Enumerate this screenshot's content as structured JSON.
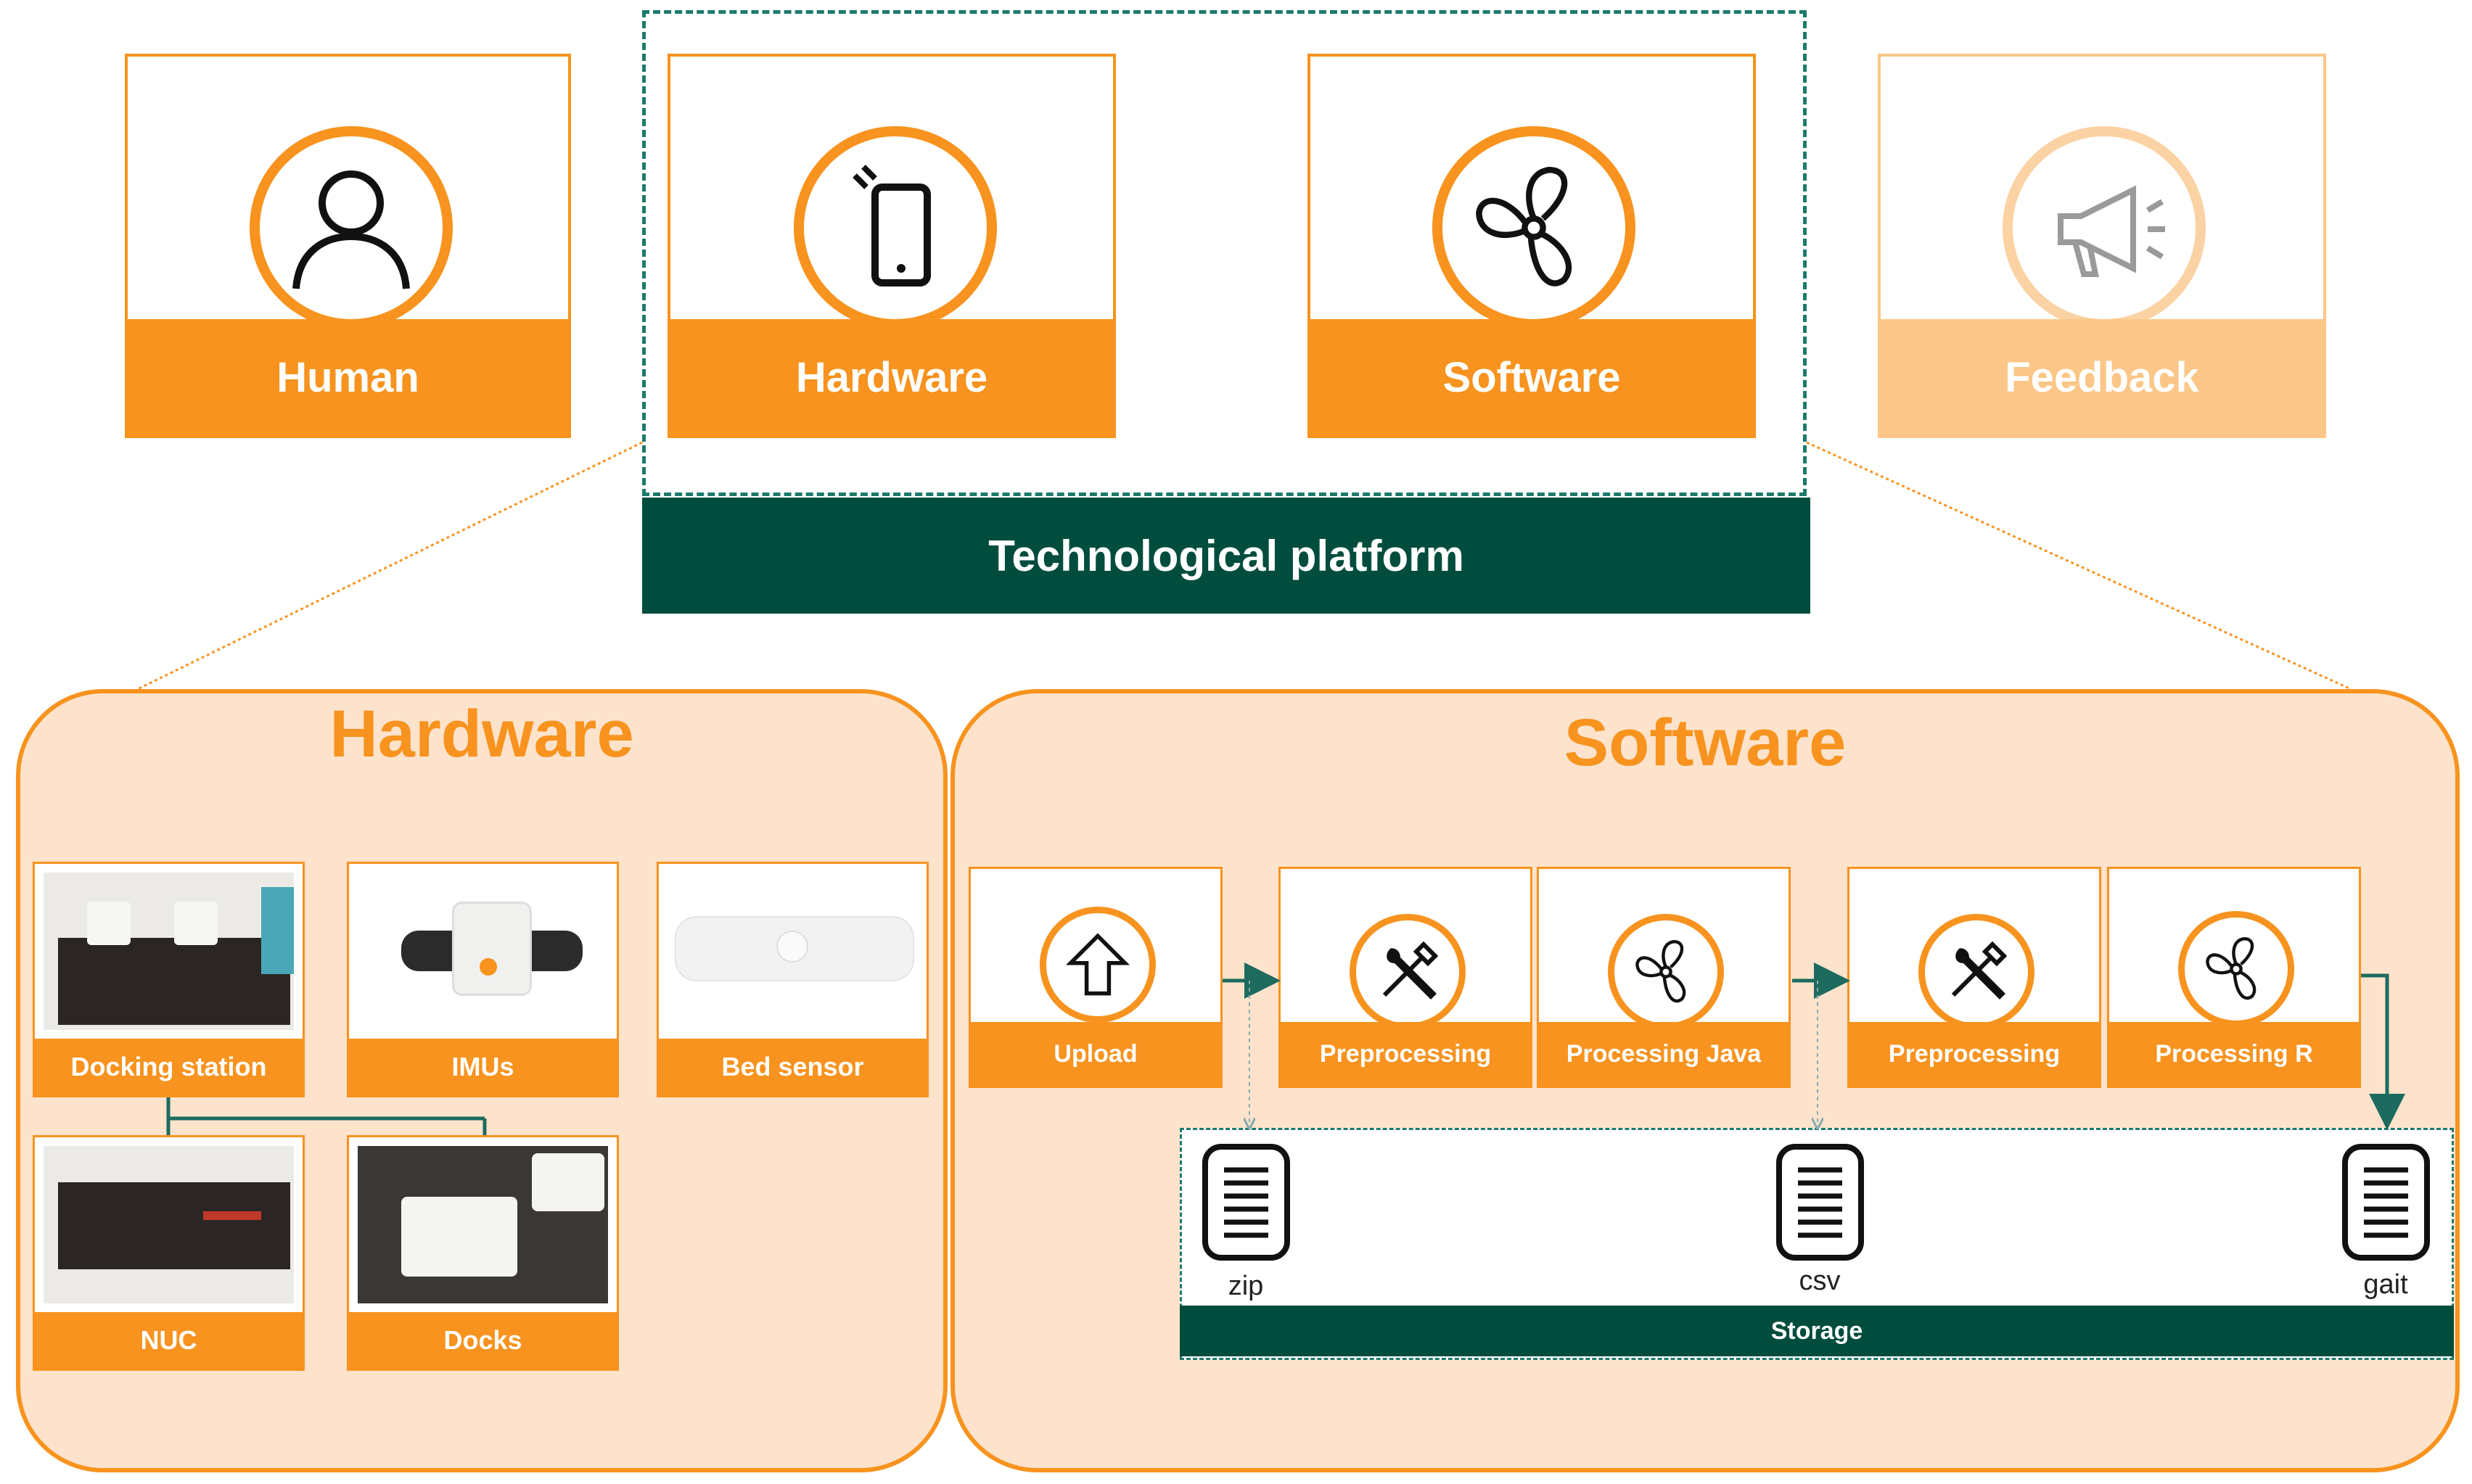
{
  "top": {
    "human_label": "Human",
    "hardware_label": "Hardware",
    "software_label": "Software",
    "feedback_label": "Feedback",
    "platform_label": "Technological platform"
  },
  "hardware_panel": {
    "title": "Hardware",
    "items": [
      {
        "label": "Docking station"
      },
      {
        "label": "IMUs"
      },
      {
        "label": "Bed sensor"
      },
      {
        "label": "NUC"
      },
      {
        "label": "Docks"
      }
    ]
  },
  "software_panel": {
    "title": "Software",
    "steps": [
      {
        "label": "Upload"
      },
      {
        "label": "Preprocessing"
      },
      {
        "label": "Processing Java"
      },
      {
        "label": "Preprocessing"
      },
      {
        "label": "Processing R"
      }
    ],
    "files": [
      "zip",
      "csv",
      "gait"
    ],
    "storage_label": "Storage"
  },
  "colors": {
    "accent": "#f7931e",
    "accent_faded": "#fbc687",
    "panel_fill": "#fde3cc",
    "platform_green": "#004d3d"
  }
}
